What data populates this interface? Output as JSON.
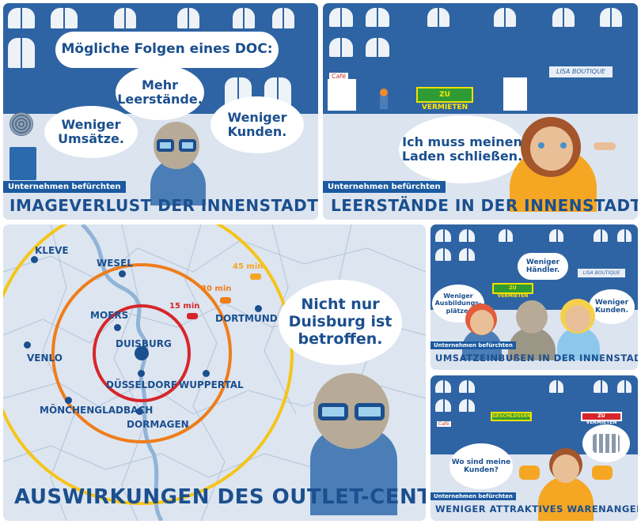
{
  "panels": {
    "p1": {
      "bubble_main": "Mögliche Folgen eines DOC:",
      "bubble_a": "Mehr Leerstände.",
      "bubble_b": "Weniger Umsätze.",
      "bubble_c": "Weniger Kunden.",
      "tag": "Unternehmen befürchten",
      "title": "IMAGEVERLUST DER INNENSTADT"
    },
    "p2": {
      "sign_rent": "ZU VERMIETEN",
      "cafe": "Café",
      "boutique": "LISA BOUTIQUE",
      "bubble": "Ich muss meinen Laden schließen.",
      "tag": "Unternehmen befürchten",
      "title": "LEERSTÄNDE IN DER INNENSTADT"
    },
    "p3": {
      "bubble": "Nicht nur Duisburg ist betroffen.",
      "title": "AUSWIRKUNGEN DES OUTLET-CENTERS",
      "cities": {
        "kleve": "KLEVE",
        "wesel": "WESEL",
        "moers": "MOERS",
        "duisburg": "DUISBURG",
        "dortmund": "DORTMUND",
        "venlo": "VENLO",
        "duesseldorf": "DÜSSELDORF",
        "wuppertal": "WUPPERTAL",
        "moenchengladbach": "MÖNCHENGLADBACH",
        "dormagen": "DORMAGEN"
      },
      "rings": {
        "r15": "15 min",
        "r30": "30 min",
        "r45": "45 min"
      },
      "colors": {
        "r15": "#d6262b",
        "r30": "#ef7d1a",
        "r45": "#f5c518"
      }
    },
    "p4": {
      "bubble_a": "Weniger Händler.",
      "bubble_b": "Weniger Ausbildungs-plätze.",
      "bubble_c": "Weniger Kunden.",
      "sign_rent": "ZU VERMIETEN",
      "boutique": "LISA BOUTIQUE",
      "tag": "Unternehmen befürchten",
      "title": "UMSATZEINBUßEN IN DER INNENSTADT"
    },
    "p5": {
      "sign_closed": "GESCHLOSSEN",
      "sign_rent": "ZU VERMIETEN",
      "cafe": "Café",
      "bubble": "Wo sind meine Kunden?",
      "tag": "Unternehmen befürchten",
      "title": "WENIGER ATTRAKTIVES WARENANGEBOT"
    }
  }
}
